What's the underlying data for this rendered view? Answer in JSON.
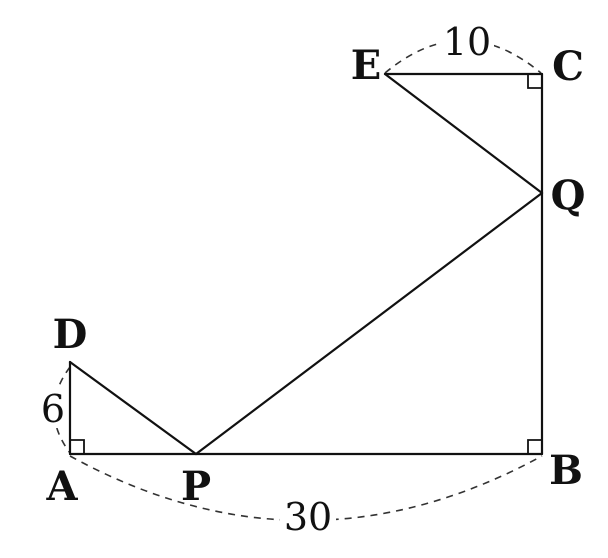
{
  "points": {
    "A": "A",
    "B": "B",
    "C": "C",
    "D": "D",
    "E": "E",
    "P": "P",
    "Q": "Q"
  },
  "lengths": {
    "AD": "6",
    "EC": "10",
    "AB": "30"
  }
}
